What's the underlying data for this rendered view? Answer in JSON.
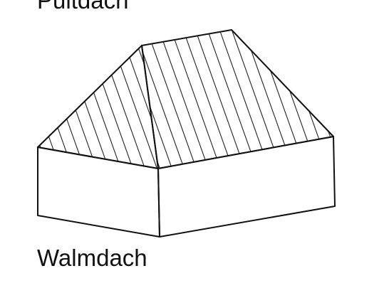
{
  "labels": {
    "top_caption": "Pultdach",
    "bottom_caption": "Walmdach"
  },
  "diagram": {
    "subject": "hip-roof-house",
    "line_color": "#111111",
    "background": "#ffffff",
    "hatching": "diagonal"
  }
}
